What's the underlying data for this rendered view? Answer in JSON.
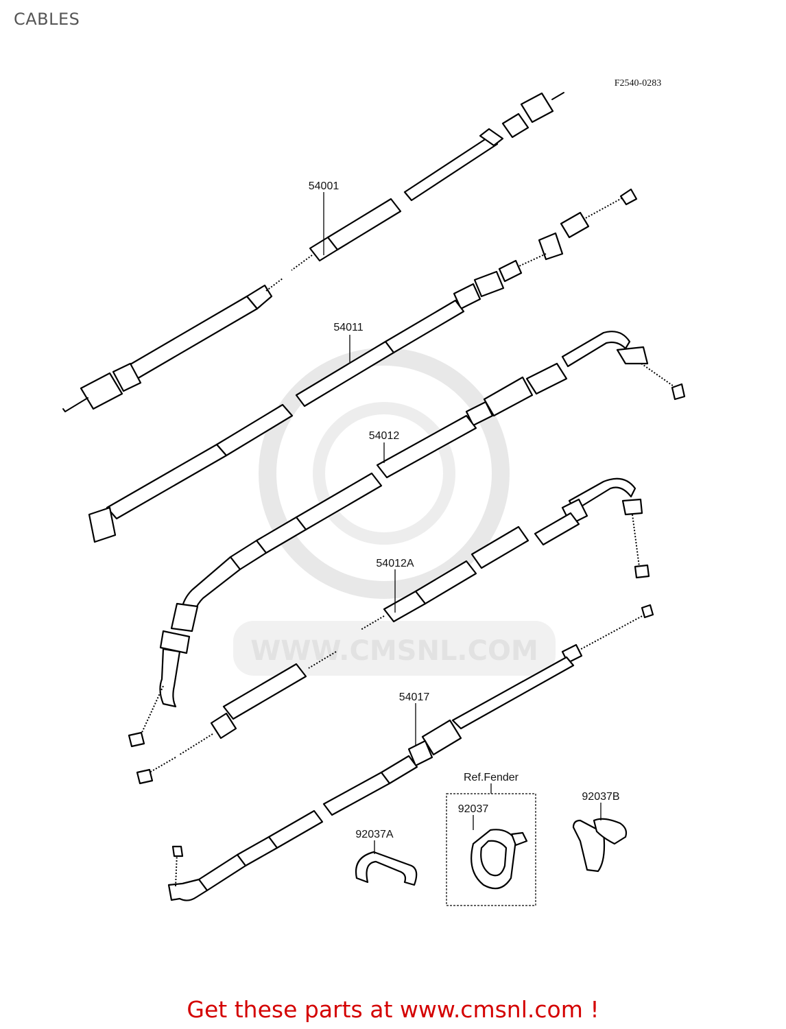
{
  "page": {
    "title": "CABLES"
  },
  "diagram": {
    "code": "F2540-0283",
    "watermark": "WWW.CMSNL.COM",
    "callouts": {
      "p54001": "54001",
      "p54011": "54011",
      "p54012": "54012",
      "p54012a": "54012A",
      "p54017": "54017",
      "ref_fender": "Ref.Fender",
      "p92037": "92037",
      "p92037a": "92037A",
      "p92037b": "92037B"
    }
  },
  "footer": {
    "link_text": "Get these parts at www.cmsnl.com !"
  }
}
